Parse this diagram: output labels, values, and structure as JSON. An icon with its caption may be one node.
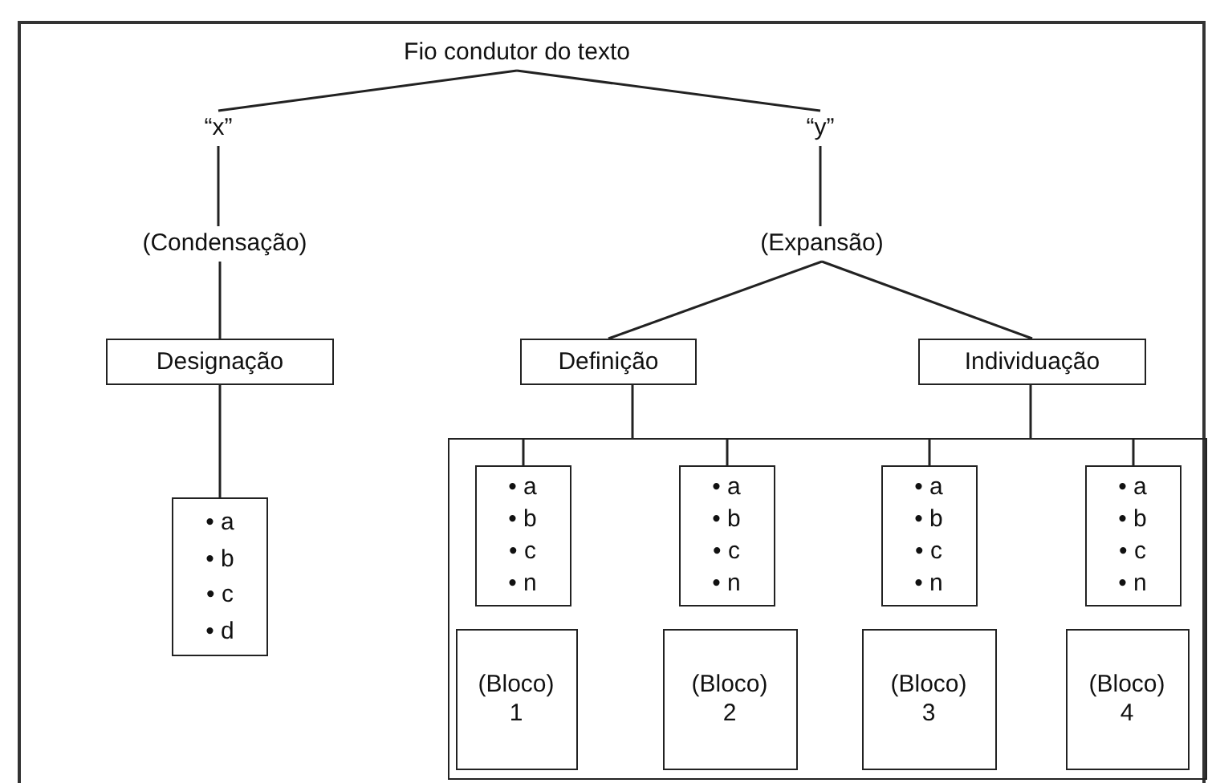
{
  "diagram": {
    "nodes": [
      {
        "text": [
          "Fio condutor do texto"
        ]
      },
      {
        "text": [
          "“x”"
        ]
      },
      {
        "text": [
          "“y”"
        ]
      },
      {
        "text": [
          "(Condensação)"
        ]
      },
      {
        "text": [
          "(Expansão)"
        ]
      },
      {
        "text": [
          "Designação"
        ]
      },
      {
        "text": [
          "Definição"
        ]
      },
      {
        "text": [
          "Individuação"
        ]
      },
      {
        "text": [
          "• a",
          "• b",
          "• c",
          "• d"
        ]
      },
      {
        "text": [],
        "shape": "box"
      },
      {
        "text": [
          "• a",
          "• b",
          "• c",
          "• n"
        ],
        "in": 9
      },
      {
        "text": [
          "• a",
          "• b",
          "• c",
          "• n"
        ],
        "in": 9
      },
      {
        "text": [
          "• a",
          "• b",
          "• c",
          "• n"
        ],
        "in": 9
      },
      {
        "text": [
          "• a",
          "• b",
          "• c",
          "• n"
        ],
        "in": 9
      },
      {
        "text": [
          "(Bloco) 1"
        ],
        "in": 9
      },
      {
        "text": [
          "(Bloco) 2"
        ],
        "in": 9
      },
      {
        "text": [
          "(Bloco) 3"
        ],
        "in": 9
      },
      {
        "text": [
          "(Bloco) 4"
        ],
        "in": 9
      }
    ],
    "edges": [
      {
        "from": 0,
        "to": 1,
        "arrow": "none"
      },
      {
        "from": 0,
        "to": 2,
        "arrow": "none"
      },
      {
        "from": 1,
        "to": 3,
        "arrow": "none"
      },
      {
        "from": 2,
        "to": 4,
        "arrow": "none"
      },
      {
        "from": 3,
        "to": 5,
        "arrow": "none"
      },
      {
        "from": 4,
        "to": 6,
        "arrow": "none"
      },
      {
        "from": 4,
        "to": 7,
        "arrow": "none"
      },
      {
        "from": 5,
        "to": 8,
        "arrow": "none"
      },
      {
        "from": 6,
        "to": 9,
        "arrow": "none"
      },
      {
        "from": 7,
        "to": 9,
        "arrow": "none"
      },
      {
        "from": 9,
        "to": 10,
        "arrow": "none"
      },
      {
        "from": 9,
        "to": 11,
        "arrow": "none"
      },
      {
        "from": 9,
        "to": 12,
        "arrow": "none"
      },
      {
        "from": 9,
        "to": 13,
        "arrow": "none"
      }
    ]
  }
}
